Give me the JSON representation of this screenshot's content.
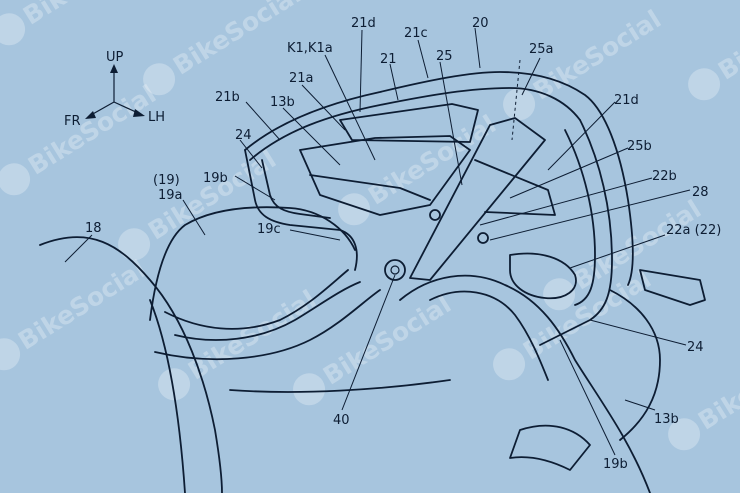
{
  "labels": {
    "up": "UP",
    "fr": "FR",
    "lh": "LH",
    "n20": "20",
    "n21": "21",
    "n21a": "21a",
    "n21b": "21b",
    "n21c": "21c",
    "n21d_top": "21d",
    "n21d_right": "21d",
    "n25": "25",
    "n25a": "25a",
    "n25b": "25b",
    "k1": "K1,K1a",
    "n13b_top": "13b",
    "n13b_bottom": "13b",
    "n24_left": "24",
    "n24_right": "24",
    "n19_paren": "(19)",
    "n19a": "19a",
    "n19b_left": "19b",
    "n19b_bottom": "19b",
    "n19c": "19c",
    "n18": "18",
    "n22b": "22b",
    "n28": "28",
    "n22a": "22a (22)",
    "n40": "40"
  },
  "watermark": {
    "text": "BikeSocial",
    "color": "#ffffff"
  },
  "colors": {
    "background": "#a7c5de",
    "line": "#0d1d33"
  }
}
